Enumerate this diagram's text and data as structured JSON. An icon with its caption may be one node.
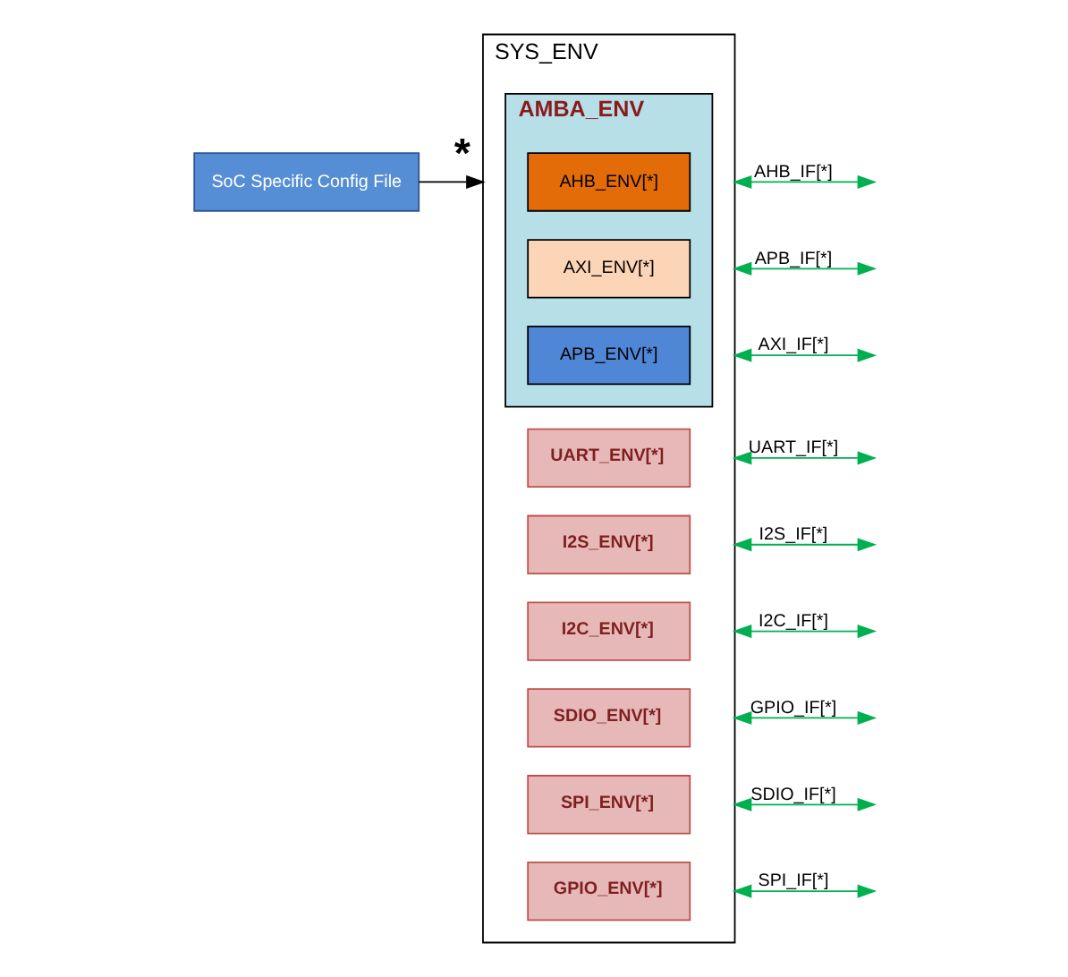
{
  "diagram": {
    "nodes": [
      {
        "text": [
          "SoC Specific Config File"
        ]
      },
      {
        "text": [
          "SYS_ENV"
        ]
      },
      {
        "text": [
          "AMBA_ENV"
        ],
        "in": 1
      },
      {
        "text": [
          "AHB_ENV[*]"
        ],
        "in": 2
      },
      {
        "text": [
          "AXI_ENV[*]"
        ],
        "in": 2
      },
      {
        "text": [
          "APB_ENV[*]"
        ],
        "in": 2
      },
      {
        "text": [
          "UART_ENV[*]"
        ],
        "in": 1
      },
      {
        "text": [
          "I2S_ENV[*]"
        ],
        "in": 1
      },
      {
        "text": [
          "I2C_ENV[*]"
        ],
        "in": 1
      },
      {
        "text": [
          "SDIO_ENV[*]"
        ],
        "in": 1
      },
      {
        "text": [
          "SPI_ENV[*]"
        ],
        "in": 1
      },
      {
        "text": [
          "GPIO_ENV[*]"
        ],
        "in": 1
      }
    ],
    "edges": [
      {
        "from": 0,
        "to": 1,
        "arrow": "to",
        "label": "*",
        "color": "#000000"
      },
      {
        "from": 1,
        "to": null,
        "arrow": "both",
        "label": "AHB_IF[*]",
        "color": "#00b050"
      },
      {
        "from": 1,
        "to": null,
        "arrow": "both",
        "label": "APB_IF[*]",
        "color": "#00b050"
      },
      {
        "from": 1,
        "to": null,
        "arrow": "both",
        "label": "AXI_IF[*]",
        "color": "#00b050"
      },
      {
        "from": 1,
        "to": null,
        "arrow": "both",
        "label": "UART_IF[*]",
        "color": "#00b050"
      },
      {
        "from": 1,
        "to": null,
        "arrow": "both",
        "label": "I2S_IF[*]",
        "color": "#00b050"
      },
      {
        "from": 1,
        "to": null,
        "arrow": "both",
        "label": "I2C_IF[*]",
        "color": "#00b050"
      },
      {
        "from": 1,
        "to": null,
        "arrow": "both",
        "label": "GPIO_IF[*]",
        "color": "#00b050"
      },
      {
        "from": 1,
        "to": null,
        "arrow": "both",
        "label": "SDIO_IF[*]",
        "color": "#00b050"
      },
      {
        "from": 1,
        "to": null,
        "arrow": "both",
        "label": "SPI_IF[*]",
        "color": "#00b050"
      }
    ]
  }
}
